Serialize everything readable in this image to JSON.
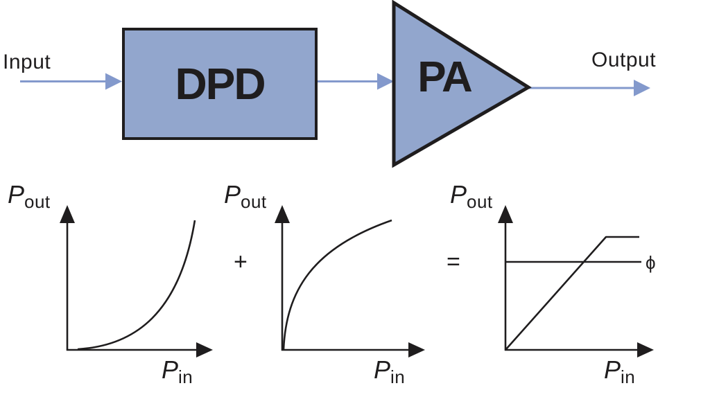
{
  "colors": {
    "block_fill": "#92a6cd",
    "signal_arrow": "#8399cc",
    "ink": "#1f1d1e",
    "background": "#ffffff"
  },
  "block_diagram": {
    "input_label": "Input",
    "dpd_label": "DPD",
    "pa_label": "PA",
    "output_label": "Output"
  },
  "equation": {
    "plus": "+",
    "equals": "=",
    "phi": "ϕ"
  },
  "axes": {
    "y_var": "P",
    "y_sub": "out",
    "x_var": "P",
    "x_sub": "in"
  },
  "curves": {
    "graph1": "dpd-expanding-gain-curve",
    "graph2": "pa-compressing-gain-curve",
    "graph3": "linearized-response-with-saturation",
    "phi_line": "constant-phase-line"
  }
}
